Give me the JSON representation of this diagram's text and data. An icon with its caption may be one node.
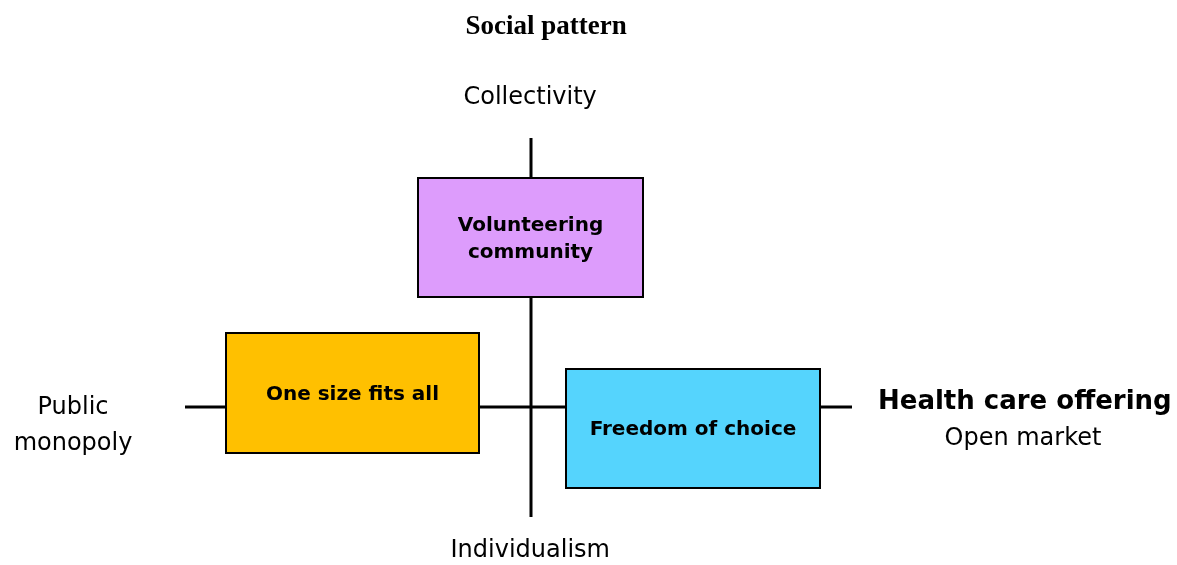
{
  "diagram": {
    "nodes": [
      {
        "text": [
          "Volunteering community"
        ]
      },
      {
        "text": [
          "One size fits all"
        ]
      },
      {
        "text": [
          "Freedom of choice"
        ]
      }
    ],
    "labels": [
      "Social pattern",
      "Collectivity",
      "Public monopoly",
      "Health care offering",
      "Open market",
      "Individualism"
    ]
  }
}
